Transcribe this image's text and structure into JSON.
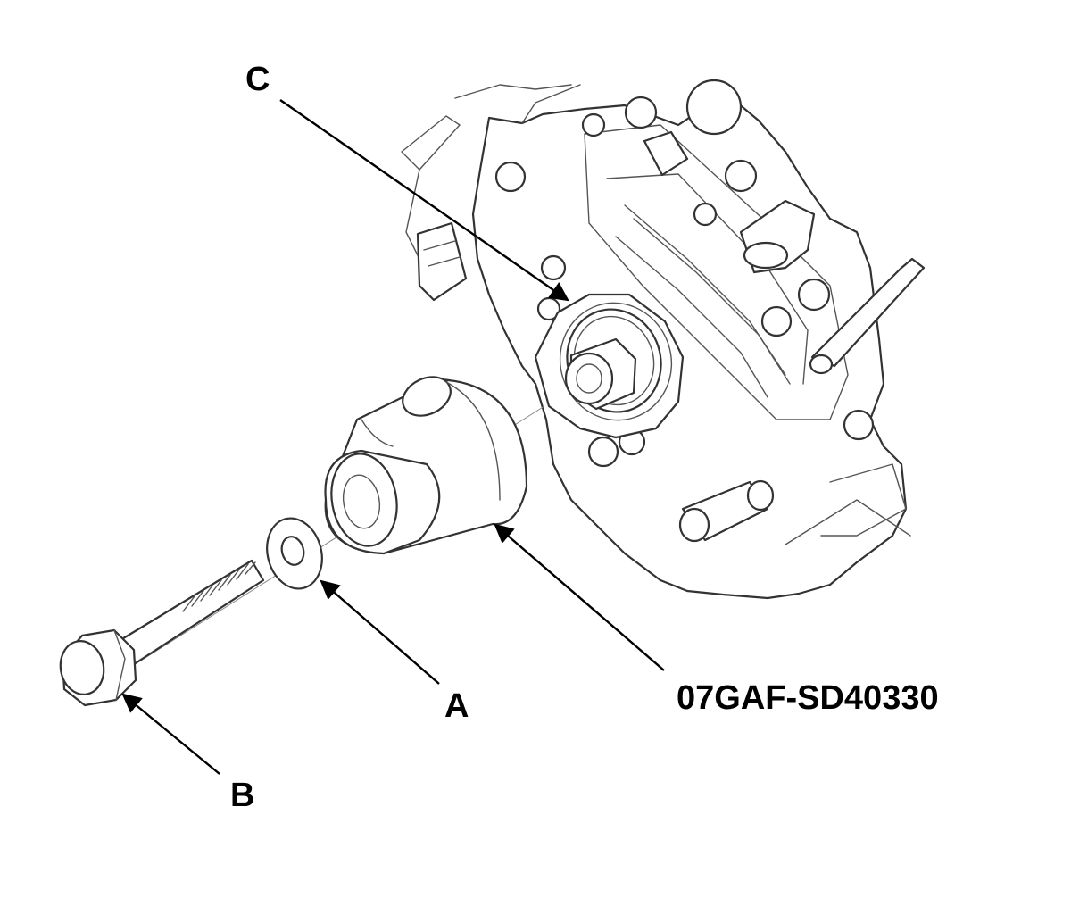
{
  "diagram": {
    "labels": {
      "c": "C",
      "a": "A",
      "b": "B",
      "tool": "07GAF-SD40330"
    },
    "colors": {
      "line": "#333333",
      "text": "#000000",
      "background": "#ffffff"
    }
  }
}
